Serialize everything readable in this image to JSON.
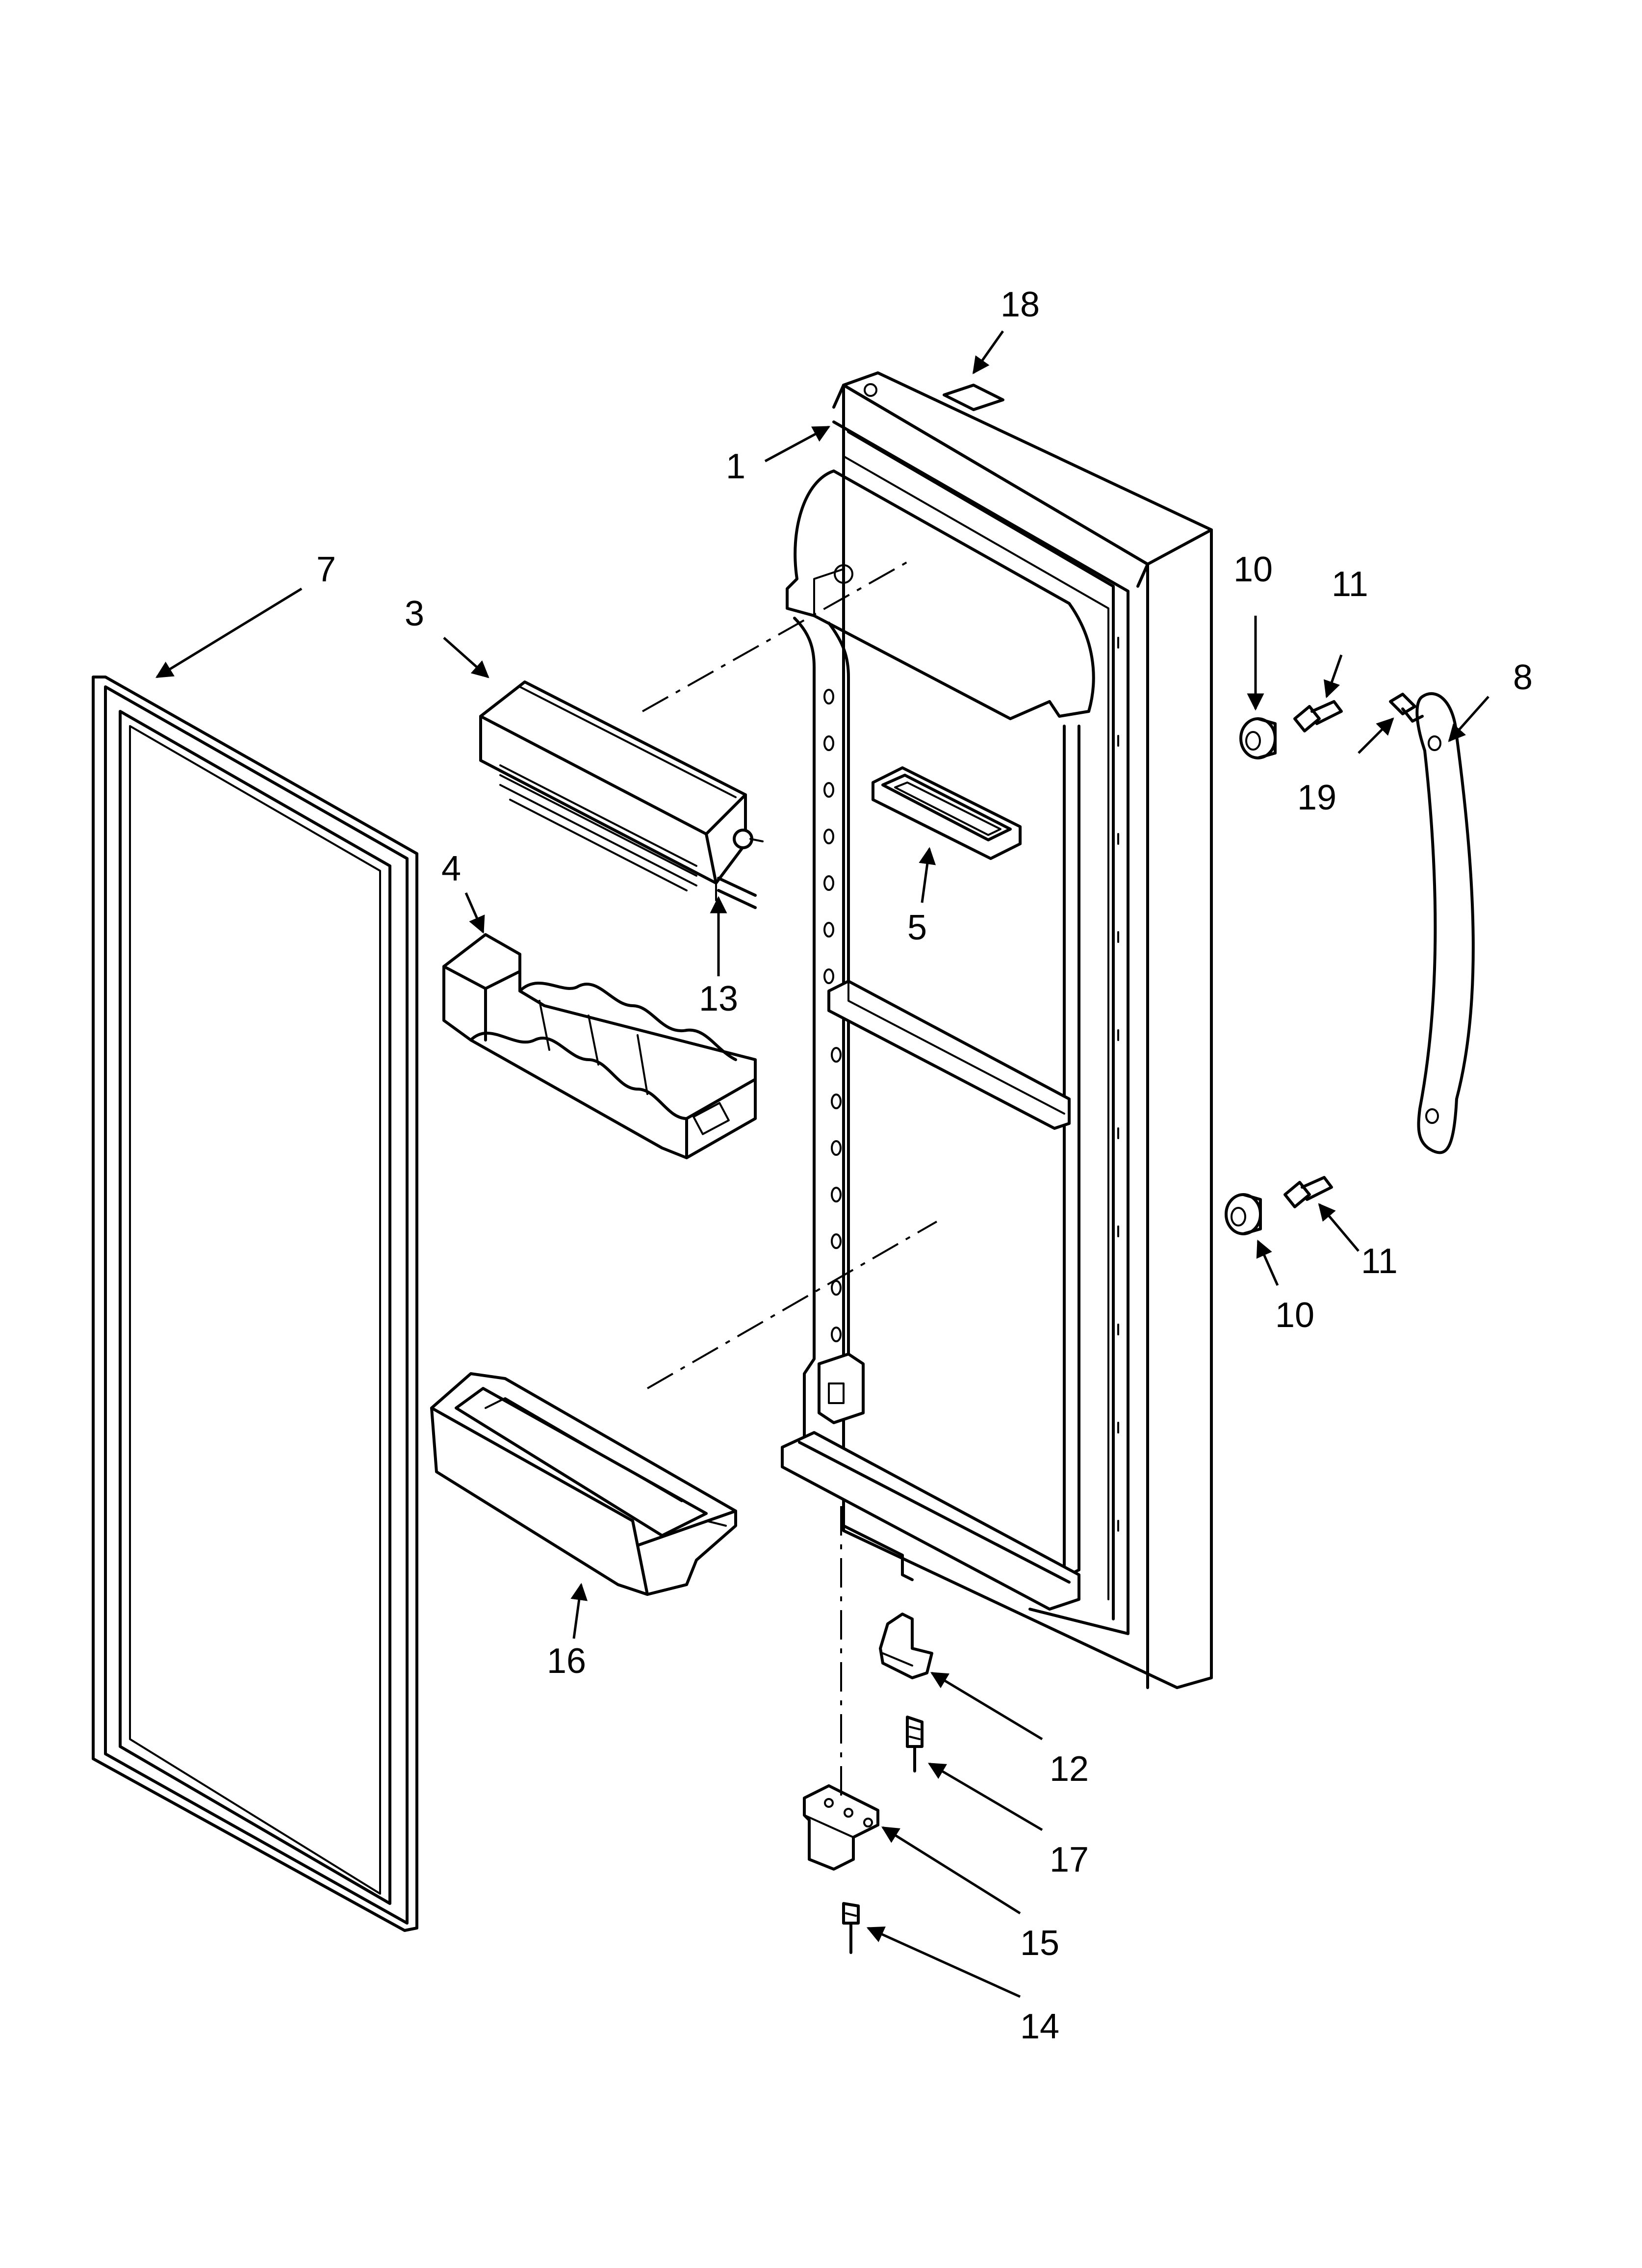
{
  "callouts": [
    {
      "id": "1",
      "label": "1"
    },
    {
      "id": "3",
      "label": "3"
    },
    {
      "id": "4",
      "label": "4"
    },
    {
      "id": "5",
      "label": "5"
    },
    {
      "id": "7",
      "label": "7"
    },
    {
      "id": "8",
      "label": "8"
    },
    {
      "id": "10a",
      "label": "10"
    },
    {
      "id": "10b",
      "label": "10"
    },
    {
      "id": "11a",
      "label": "11"
    },
    {
      "id": "11b",
      "label": "11"
    },
    {
      "id": "12",
      "label": "12"
    },
    {
      "id": "13",
      "label": "13"
    },
    {
      "id": "14",
      "label": "14"
    },
    {
      "id": "15",
      "label": "15"
    },
    {
      "id": "16",
      "label": "16"
    },
    {
      "id": "17",
      "label": "17"
    },
    {
      "id": "18",
      "label": "18"
    },
    {
      "id": "19",
      "label": "19"
    }
  ],
  "colors": {
    "ink": "#000000",
    "paper": "#ffffff"
  }
}
